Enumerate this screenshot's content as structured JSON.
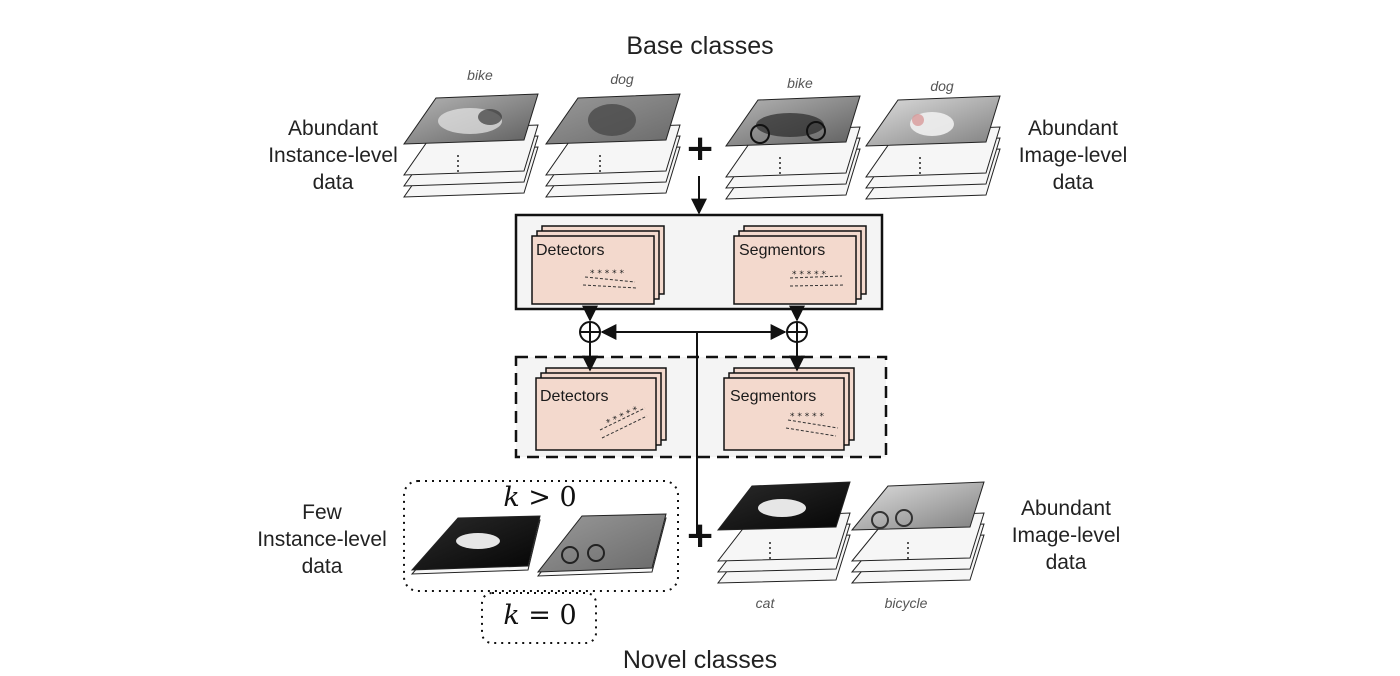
{
  "title_top": "Base classes",
  "title_bottom": "Novel classes",
  "left_top_label": [
    "Abundant",
    "Instance-level",
    "data"
  ],
  "right_top_label": [
    "Abundant",
    "Image-level",
    "data"
  ],
  "left_bottom_label": [
    "Few",
    "Instance-level",
    "data"
  ],
  "right_bottom_label": [
    "Abundant",
    "Image-level",
    "data"
  ],
  "base_classes": [
    "bike",
    "dog",
    "bike",
    "dog"
  ],
  "novel_classes": [
    "cat",
    "bicycle"
  ],
  "top_panel": {
    "detectors": "Detectors",
    "segmentors": "Segmentors"
  },
  "bottom_panel": {
    "detectors": "Detectors",
    "segmentors": "Segmentors"
  },
  "k_few": {
    "var": "k",
    "op": ">",
    "num": "0"
  },
  "k_zero": {
    "var": "k",
    "op": "=",
    "num": "0"
  },
  "colors": {
    "card_fill": "#f3d9cd",
    "panel_fill": "#f4f4f4",
    "stroke": "#111111"
  }
}
